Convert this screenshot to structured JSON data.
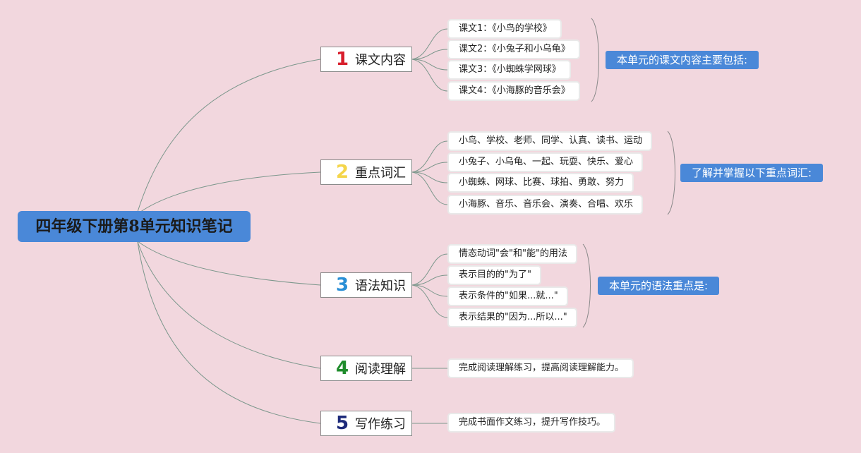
{
  "root": {
    "title": "四年级下册第8单元知识笔记"
  },
  "colors": {
    "background": "#f2d7de",
    "root_fill": "#4a88d8",
    "summary_fill": "#4a88d8",
    "connector": "#7c978c"
  },
  "branches": [
    {
      "number": "1",
      "number_color": "#d81e2c",
      "label": "课文内容",
      "leaves": [
        "课文1：《小鸟的学校》",
        "课文2：《小兔子和小乌龟》",
        "课文3：《小蜘蛛学网球》",
        "课文4：《小海豚的音乐会》"
      ],
      "summary": "本单元的课文内容主要包括:"
    },
    {
      "number": "2",
      "number_color": "#f4d54a",
      "label": "重点词汇",
      "leaves": [
        "小鸟、学校、老师、同学、认真、读书、运动",
        "小兔子、小乌龟、一起、玩耍、快乐、爱心",
        "小蜘蛛、网球、比赛、球拍、勇敢、努力",
        "小海豚、音乐、音乐会、演奏、合唱、欢乐"
      ],
      "summary": "了解并掌握以下重点词汇:"
    },
    {
      "number": "3",
      "number_color": "#2a8fd6",
      "label": "语法知识",
      "leaves": [
        "情态动词\"会\"和\"能\"的用法",
        "表示目的的\"为了\"",
        "表示条件的\"如果...就...\"",
        "表示结果的\"因为...所以...\""
      ],
      "summary": "本单元的语法重点是:"
    },
    {
      "number": "4",
      "number_color": "#1f8c2c",
      "label": "阅读理解",
      "leaves": [
        "完成阅读理解练习，提高阅读理解能力。"
      ]
    },
    {
      "number": "5",
      "number_color": "#1d2a7a",
      "label": "写作练习",
      "leaves": [
        "完成书面作文练习，提升写作技巧。"
      ]
    }
  ]
}
